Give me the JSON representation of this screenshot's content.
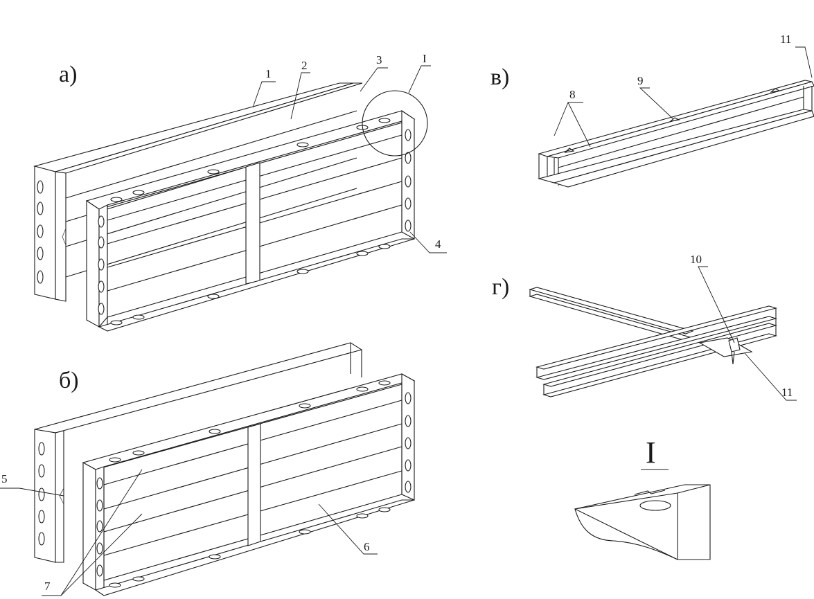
{
  "panels": {
    "a": "а)",
    "b": "б)",
    "v": "в)",
    "g": "г)"
  },
  "detail_title": "I",
  "callouts": {
    "c1": "1",
    "c2": "2",
    "c3": "3",
    "cI": "I",
    "c4": "4",
    "c5": "5",
    "c6": "6",
    "c7": "7",
    "c8": "8",
    "c9": "9",
    "c10": "10",
    "c11a": "11",
    "c11b": "11"
  }
}
